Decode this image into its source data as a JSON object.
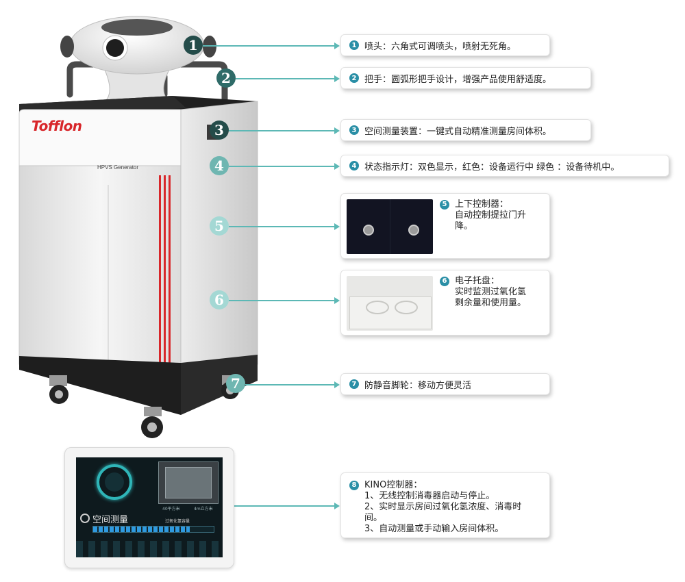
{
  "brand": {
    "logo_text": "Tofflon",
    "model_label": "HPVS Generator"
  },
  "markers": [
    "1",
    "2",
    "3",
    "4",
    "5",
    "6",
    "7",
    "8"
  ],
  "callouts": {
    "c1": {
      "num": "1",
      "text": "喷头：六角式可调喷头，喷射无死角。"
    },
    "c2": {
      "num": "2",
      "text": "把手：圆弧形把手设计，增强产品使用舒适度。"
    },
    "c3": {
      "num": "3",
      "text": "空间测量装置：一键式自动精准测量房间体积。"
    },
    "c4": {
      "num": "4",
      "text": "状态指示灯：双色显示，红色：设备运行中  绿色 ：设备待机中。"
    },
    "c5": {
      "num": "5",
      "lines": [
        "上下控制器：",
        "自动控制提拉门升",
        "降。"
      ]
    },
    "c6": {
      "num": "6",
      "lines": [
        "电子托盘：",
        "实时监测过氧化氢",
        "剩余量和使用量。"
      ]
    },
    "c7": {
      "num": "7",
      "text": "防静音脚轮：移动方便灵活"
    },
    "c8": {
      "num": "8",
      "lines": [
        "KINO控制器：",
        "1、无线控制消毒器启动与停止。",
        "2、实时显示房间过氧化氢浓度、消毒时",
        "间。",
        "3、自动测量或手动输入房间体积。"
      ]
    }
  },
  "tablet": {
    "title": "空间测量",
    "bar_label": "过氧化氢容量",
    "bar_fill": 0.8,
    "caption_left": "40平方米",
    "caption_right": "4m立方米"
  },
  "colors": {
    "accent": "#2a8fa6",
    "connector": "#5cb8b5",
    "stripe": "#d8262a",
    "marker_dark": "#244c4a",
    "marker_light": "#a4d8d4"
  }
}
